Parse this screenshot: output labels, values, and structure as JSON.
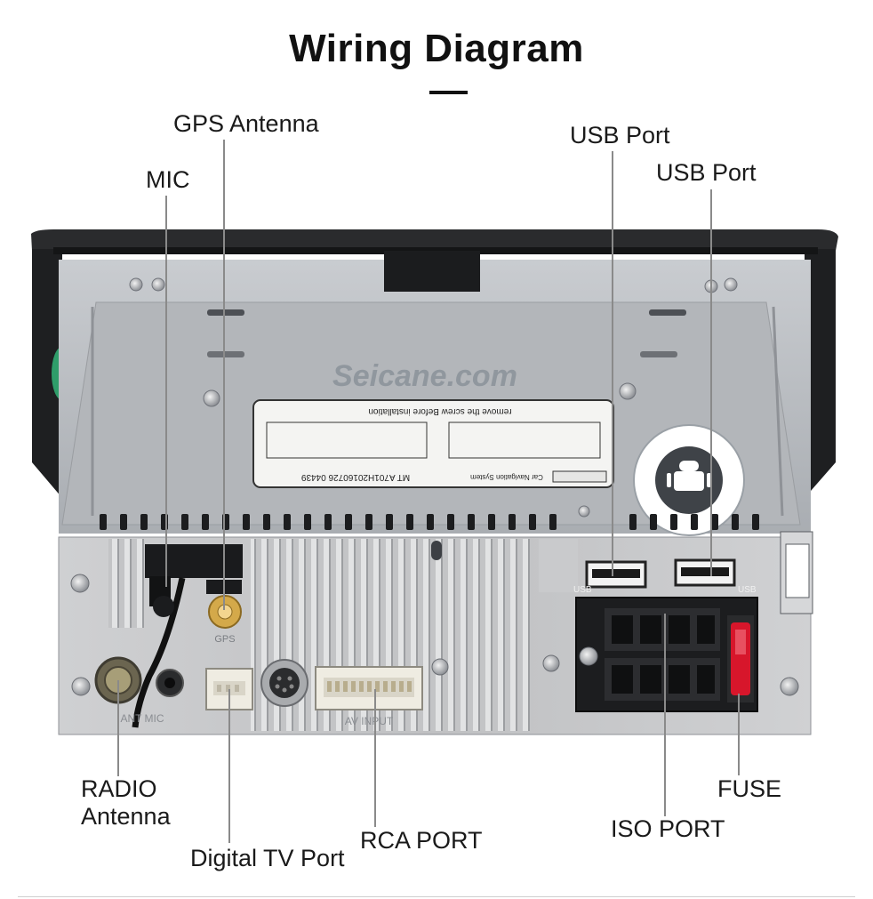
{
  "title": "Wiring Diagram",
  "callouts": {
    "gps_antenna": "GPS Antenna",
    "mic": "MIC",
    "usb_port_1": "USB  Port",
    "usb_port_2": "USB  Port",
    "radio_antenna_line1": "RADIO",
    "radio_antenna_line2": "Antenna",
    "digital_tv_port": "Digital TV Port",
    "rca_port": "RCA PORT",
    "iso_port": "ISO PORT",
    "fuse": "FUSE"
  },
  "device_text": {
    "watermark": "Seicane.com",
    "sticker_top": "remove  the  screw  Before  installation",
    "sticker_model": "MT A701H20160726 04439",
    "sticker_tag": "Car Navigation System",
    "usb_left": "USB",
    "usb_right": "USB",
    "gps_port": "GPS",
    "ant_mic": "ANT  MIC",
    "av_input": "AV INPUT"
  },
  "colors": {
    "chassis": "#b9bcc0",
    "panel": "#c4c5c7",
    "bezel": "#1e1f21",
    "fuse": "#d7162b",
    "gold": "#d4a94a",
    "line": "#8a8a8a"
  }
}
